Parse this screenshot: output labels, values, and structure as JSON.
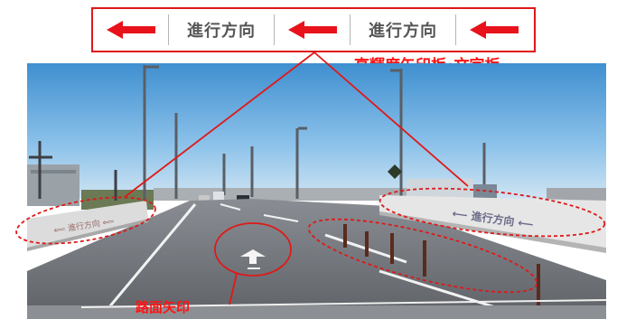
{
  "sign": {
    "cells": [
      {
        "type": "arrow",
        "icon": "left-arrow-icon"
      },
      {
        "type": "text",
        "label": "進行方向"
      },
      {
        "type": "arrow",
        "icon": "left-arrow-icon"
      },
      {
        "type": "text",
        "label": "進行方向"
      },
      {
        "type": "arrow",
        "icon": "left-arrow-icon"
      }
    ],
    "arrow_color": "#e8121b",
    "border_color": "#e01818"
  },
  "captions": {
    "top": "高輝度矢印板･文字板",
    "bottom": "路面矢印"
  },
  "guardrail_left_text": "進行方向",
  "guardrail_right_text": "進行方向",
  "annotation_color": "#e01818"
}
